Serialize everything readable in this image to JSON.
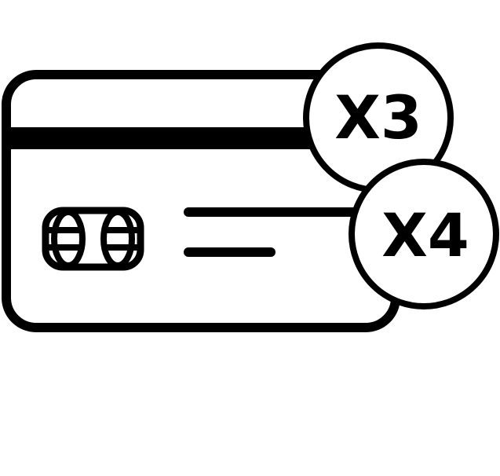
{
  "icon": {
    "name": "credit-card-icon",
    "stroke_color": "#000000",
    "background_color": "#ffffff"
  },
  "badges": [
    {
      "name": "multiplier-badge-x3",
      "label": "X3"
    },
    {
      "name": "multiplier-badge-x4",
      "label": "X4"
    }
  ]
}
